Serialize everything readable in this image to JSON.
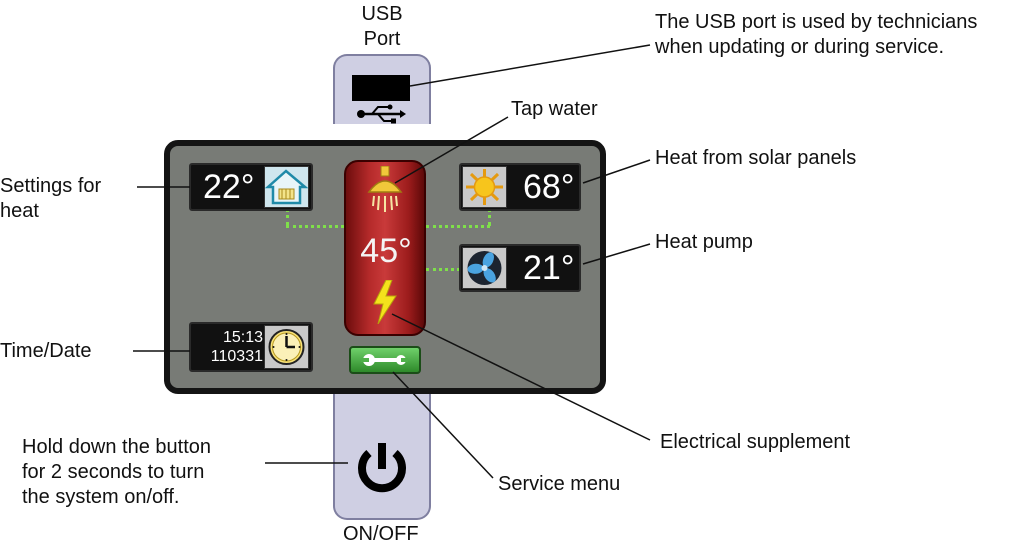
{
  "labels": {
    "usb_port_line1": "USB",
    "usb_port_line2": "Port",
    "usb_desc_line1": "The USB port is used by technicians",
    "usb_desc_line2": "when updating or during service.",
    "tap_water": "Tap water",
    "heat_solar": "Heat from solar panels",
    "heat_pump": "Heat pump",
    "settings_heat_line1": "Settings for",
    "settings_heat_line2": "heat",
    "time_date": "Time/Date",
    "electrical_supplement": "Electrical supplement",
    "power_desc_line1": "Hold down the button",
    "power_desc_line2": "for 2 seconds to turn",
    "power_desc_line3": "the system on/off.",
    "service_menu": "Service menu",
    "on_off": "ON/OFF"
  },
  "display": {
    "room_temp": "22°",
    "solar_temp": "68°",
    "heat_pump_temp": "21°",
    "tank_temp": "45°",
    "time": "15:13",
    "date": "110331"
  },
  "icons": {
    "house": "house-icon",
    "sun": "sun-icon",
    "fan": "fan-icon",
    "clock": "clock-icon",
    "shower": "shower-icon",
    "lightning": "lightning-icon",
    "wrench": "wrench-icon",
    "power": "power-icon",
    "usb": "usb-icon"
  },
  "colors": {
    "screen_bg": "#787b76",
    "tank_red": "#b52a2a",
    "link_green": "#7fe04a",
    "strip_bg": "#cfcfe3"
  }
}
